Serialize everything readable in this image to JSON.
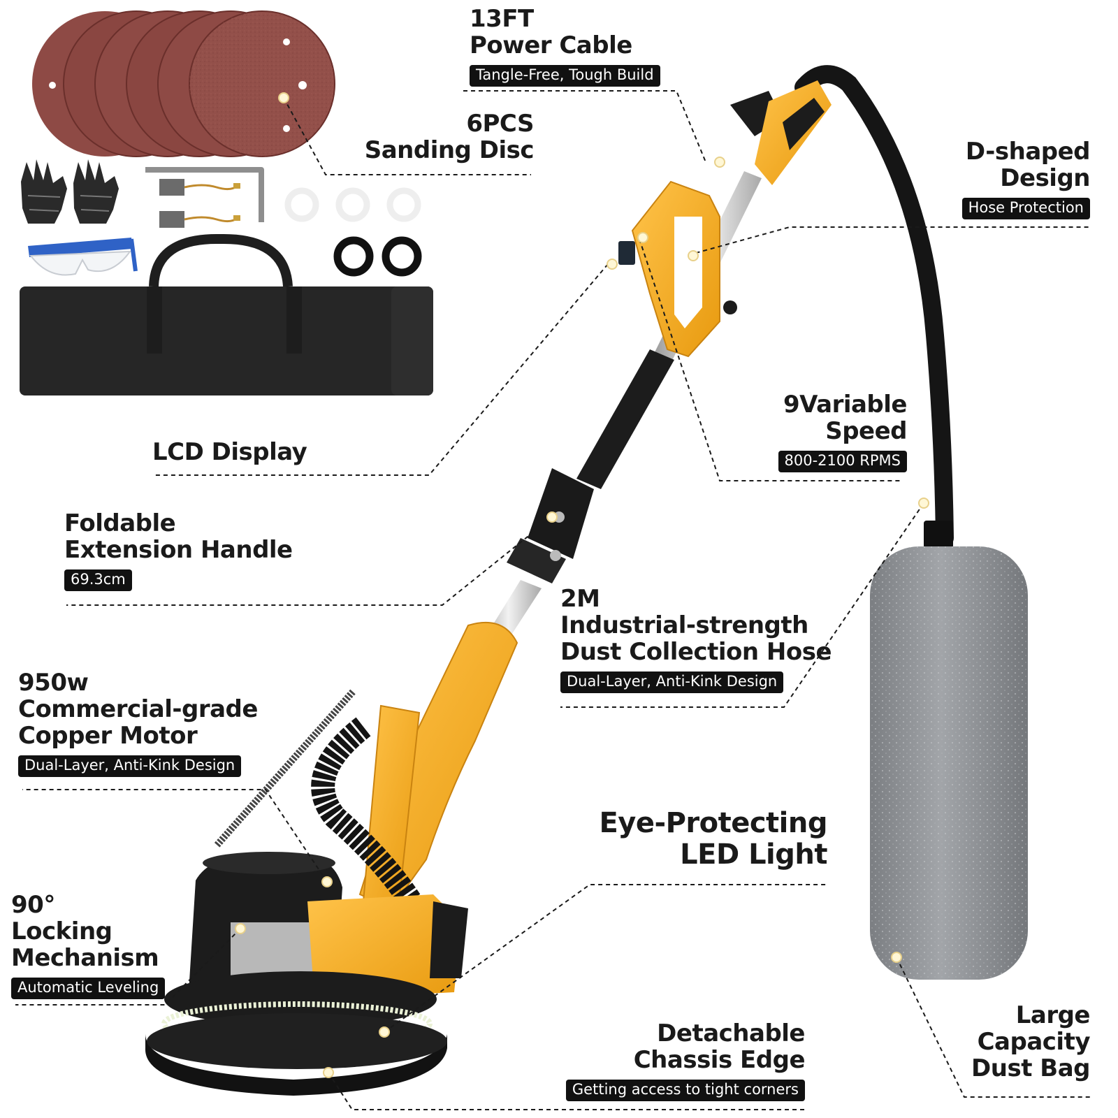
{
  "labels": {
    "power_cable": {
      "lines": [
        "13FT",
        "Power Cable"
      ],
      "pill": "Tangle-Free, Tough Build"
    },
    "sanding_disc": {
      "lines": [
        "6PCS",
        "Sanding Disc"
      ]
    },
    "d_shaped": {
      "lines": [
        "D-shaped",
        "Design"
      ],
      "pill": "Hose Protection"
    },
    "variable_speed": {
      "lines": [
        "9Variable",
        "Speed"
      ],
      "pill": "800-2100 RPMS"
    },
    "lcd_display": {
      "lines": [
        "LCD Display"
      ]
    },
    "foldable_handle": {
      "lines": [
        "Foldable",
        "Extension Handle"
      ],
      "pill": "69.3cm"
    },
    "dust_hose": {
      "lines": [
        "2M",
        "Industrial-strength",
        "Dust Collection Hose"
      ],
      "pill": "Dual-Layer, Anti-Kink Design"
    },
    "copper_motor": {
      "lines": [
        "950w",
        "Commercial-grade",
        "Copper Motor"
      ],
      "pill": "Dual-Layer, Anti-Kink Design"
    },
    "led_light": {
      "lines": [
        "Eye-Protecting",
        "LED Light"
      ]
    },
    "locking": {
      "lines": [
        "90°",
        "Locking",
        "Mechanism"
      ],
      "pill": "Automatic Leveling"
    },
    "chassis_edge": {
      "lines": [
        "Detachable",
        "Chassis Edge"
      ],
      "pill": "Getting access to tight corners"
    },
    "dust_bag": {
      "lines": [
        "Large",
        "Capacity",
        "Dust Bag"
      ]
    }
  },
  "colors": {
    "tool_yellow": "#f5a81c",
    "tool_black": "#1c1c1c",
    "disc_brown": "#8e4a45",
    "bag_grey": "#8c8f93",
    "case_black": "#262626",
    "pill_bg": "#111111"
  }
}
